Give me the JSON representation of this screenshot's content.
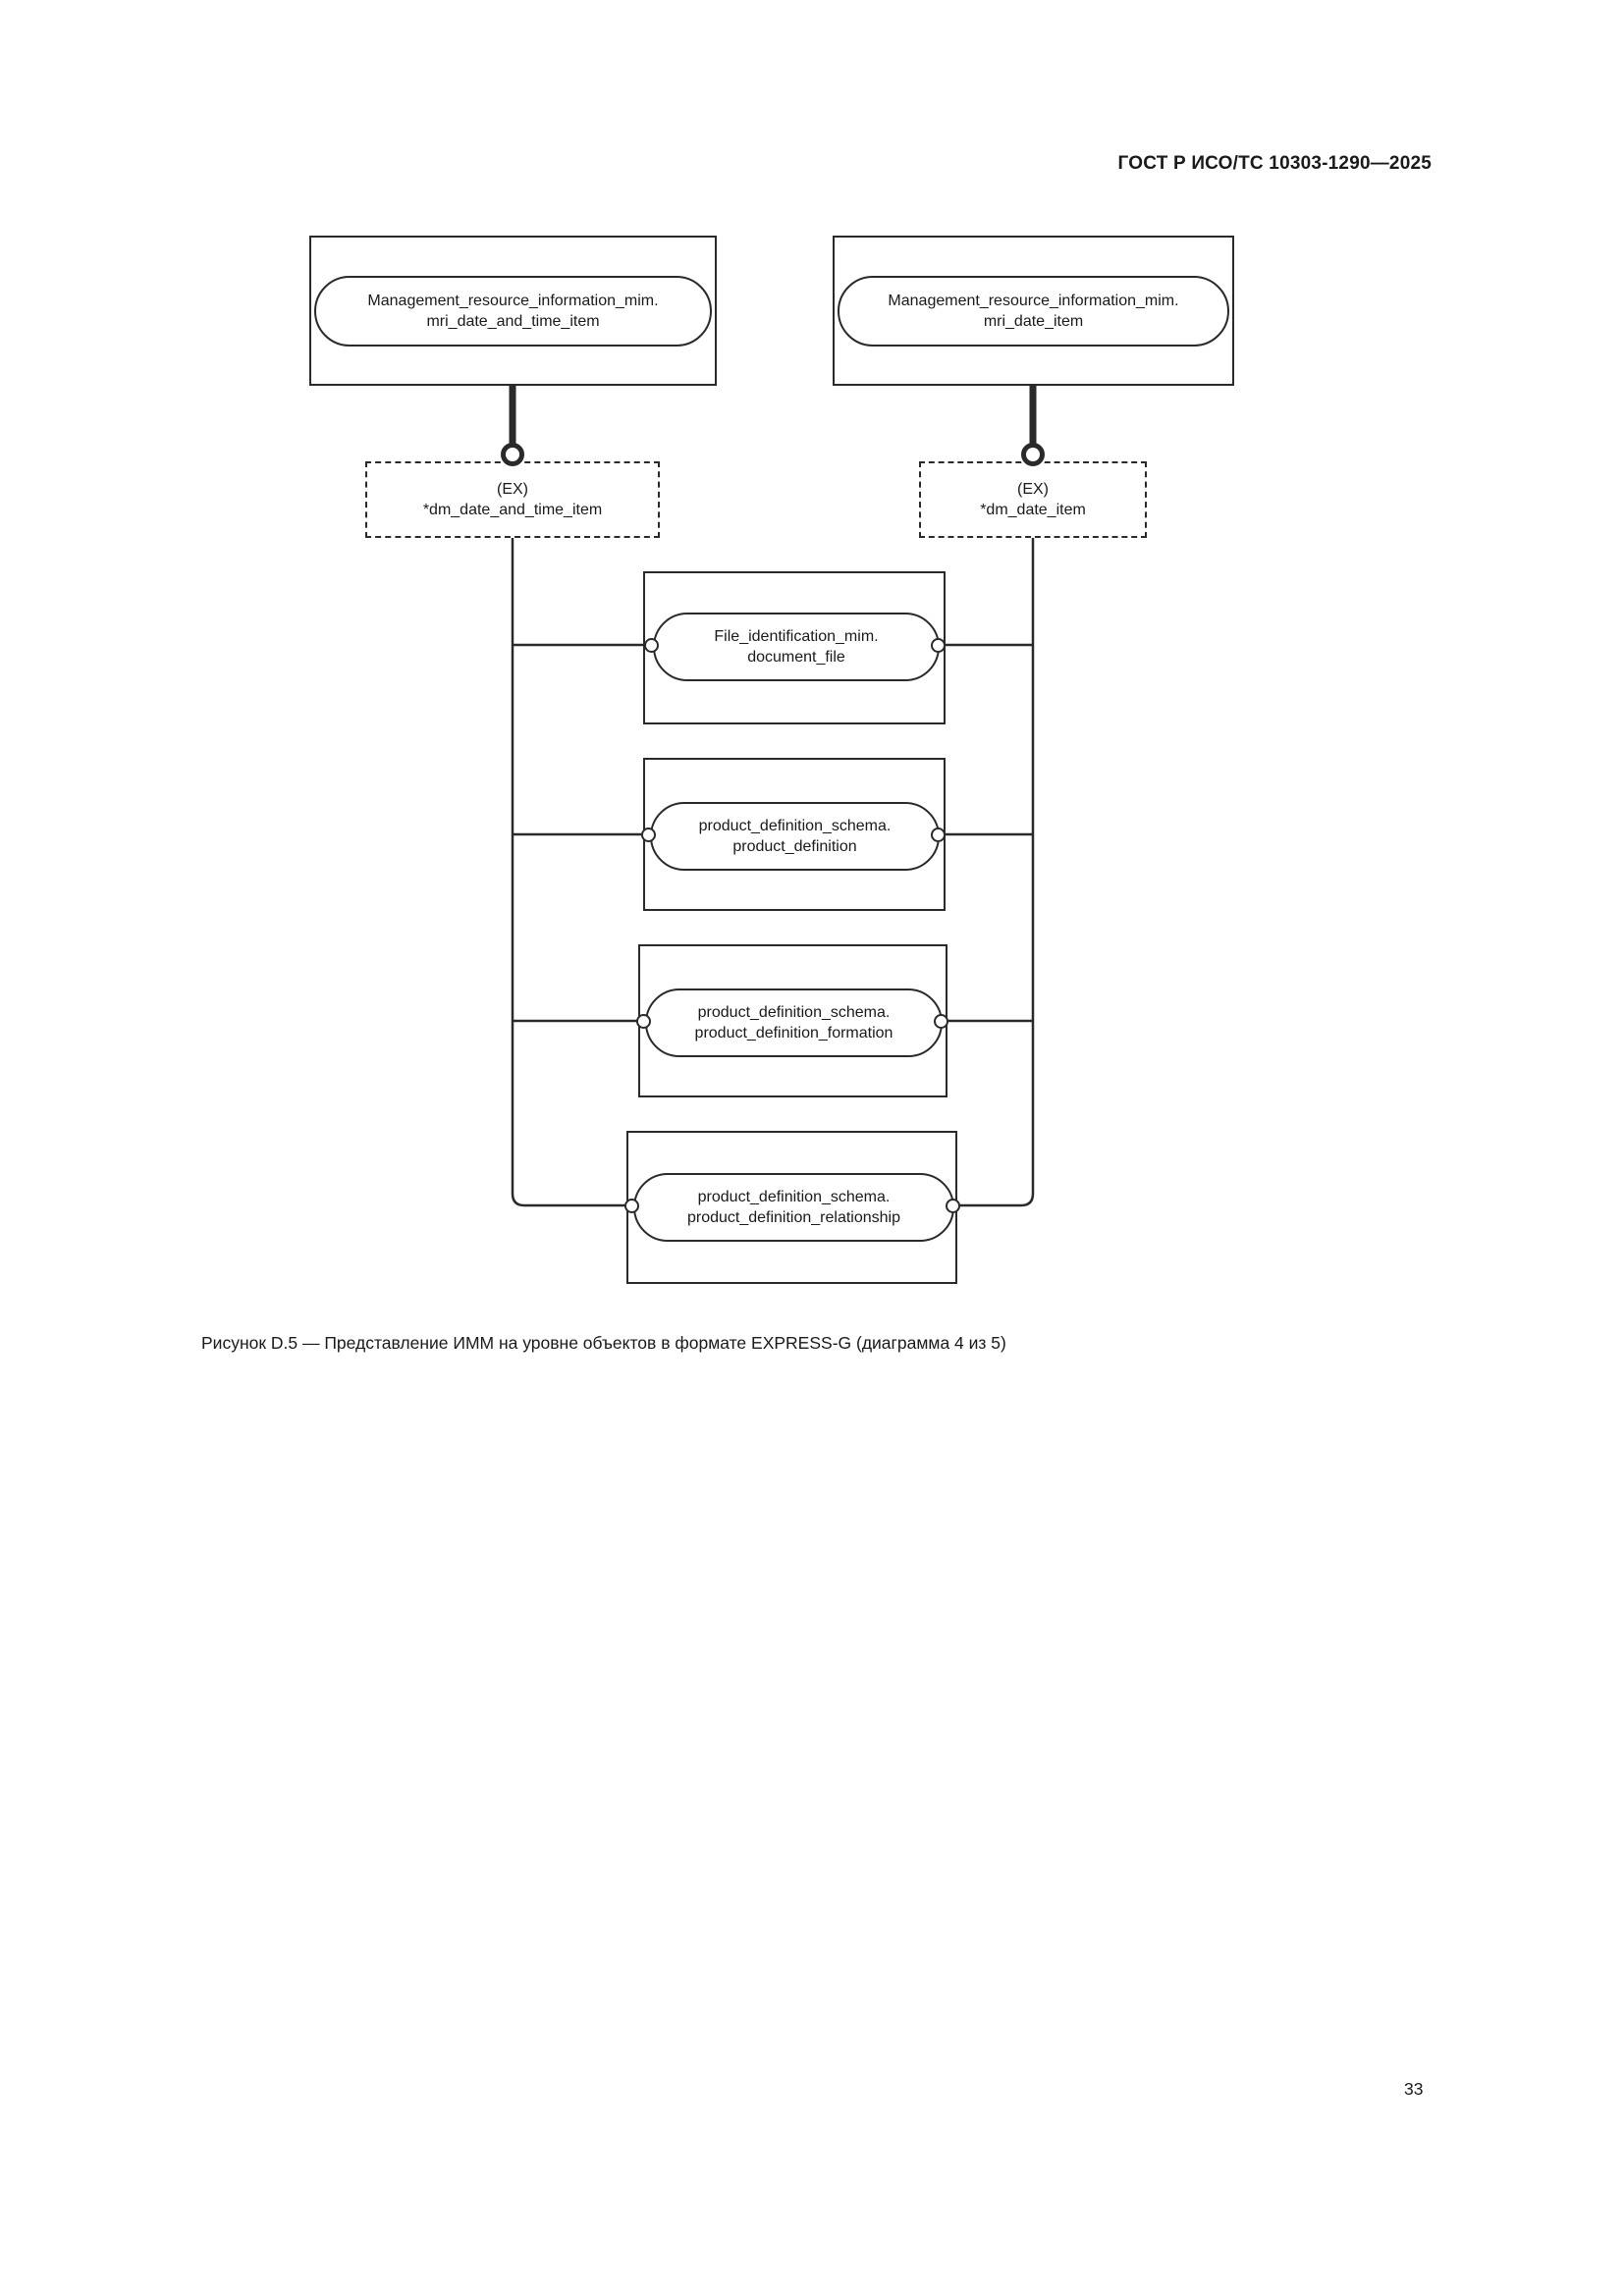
{
  "page": {
    "header": "ГОСТ Р ИСО/ТС 10303-1290—2025",
    "caption": "Рисунок D.5 — Представление ИММ на уровне объектов в формате EXPRESS-G (диаграмма 4 из 5)",
    "page_number": "33"
  },
  "diagram": {
    "top_nodes": [
      {
        "line1": "Management_resource_information_mim.",
        "line2": "mri_date_and_time_item"
      },
      {
        "line1": "Management_resource_information_mim.",
        "line2": "mri_date_item"
      }
    ],
    "select_nodes": [
      {
        "line1": "(EX)",
        "line2": "*dm_date_and_time_item"
      },
      {
        "line1": "(EX)",
        "line2": "*dm_date_item"
      }
    ],
    "entity_nodes": [
      {
        "line1": "File_identification_mim.",
        "line2": "document_file"
      },
      {
        "line1": "product_definition_schema.",
        "line2": "product_definition"
      },
      {
        "line1": "product_definition_schema.",
        "line2": "product_definition_formation"
      },
      {
        "line1": "product_definition_schema.",
        "line2": "product_definition_relationship"
      }
    ]
  }
}
